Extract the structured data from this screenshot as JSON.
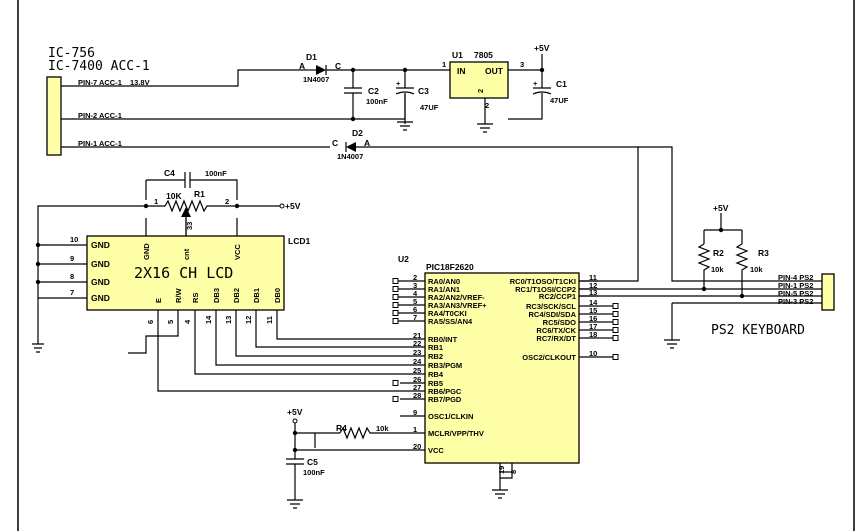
{
  "radio": {
    "label_1": "IC-756",
    "label_2": "IC-7400 ACC-1"
  },
  "acc_connector": {
    "pins": [
      "PIN-7 ACC-1",
      "PIN-2 ACC-1",
      "PIN-1 ACC-1"
    ],
    "voltage": "13.8V"
  },
  "d1": {
    "ref": "D1",
    "part": "1N4007",
    "a": "A",
    "c": "C"
  },
  "d2": {
    "ref": "D2",
    "part": "1N4007",
    "a": "A",
    "c": "C"
  },
  "c2": {
    "ref": "C2",
    "value": "100nF"
  },
  "c3": {
    "ref": "C3",
    "value": "47UF"
  },
  "c1": {
    "ref": "C1",
    "value": "47UF"
  },
  "c4": {
    "ref": "C4",
    "value": "100nF"
  },
  "c5": {
    "ref": "C5",
    "value": "100nF"
  },
  "u1": {
    "ref": "U1",
    "part": "7805",
    "in": "IN",
    "out": "OUT",
    "pin_in": "1",
    "pin_out": "3",
    "pin_gnd": "2",
    "gnd_pin": "2"
  },
  "supply": {
    "label": "+5V"
  },
  "r1": {
    "ref": "R1",
    "value": "10K",
    "pins": [
      "1",
      "3",
      "2"
    ]
  },
  "r2": {
    "ref": "R2",
    "value": "10k"
  },
  "r3": {
    "ref": "R3",
    "value": "10k"
  },
  "r4": {
    "ref": "R4",
    "value": "10k"
  },
  "lcd": {
    "ref": "LCD1",
    "label": "2X16  CH  LCD",
    "left_pins": [
      {
        "num": "10",
        "name": "GND"
      },
      {
        "num": "9",
        "name": "GND"
      },
      {
        "num": "8",
        "name": "GND"
      },
      {
        "num": "7",
        "name": "GND"
      }
    ],
    "top_pins": [
      {
        "num": "1",
        "name": "GND"
      },
      {
        "num": "3",
        "name": "cnt"
      },
      {
        "num": "2",
        "name": "VCC"
      }
    ],
    "bottom_pins": [
      {
        "num": "6",
        "name": "E"
      },
      {
        "num": "5",
        "name": "R/W"
      },
      {
        "num": "4",
        "name": "RS"
      },
      {
        "num": "14",
        "name": "DB3"
      },
      {
        "num": "13",
        "name": "DB2"
      },
      {
        "num": "12",
        "name": "DB1"
      },
      {
        "num": "11",
        "name": "DB0"
      }
    ]
  },
  "mcu": {
    "ref": "U2",
    "part": "PIC18F2620",
    "left_top": [
      {
        "num": "2",
        "name": "RA0/AN0"
      },
      {
        "num": "3",
        "name": "RA1/AN1"
      },
      {
        "num": "4",
        "name": "RA2/AN2/VREF-"
      },
      {
        "num": "5",
        "name": "RA3/AN3/VREF+"
      },
      {
        "num": "6",
        "name": "RA4/T0CKI"
      },
      {
        "num": "7",
        "name": "RA5/SS/AN4"
      }
    ],
    "left_rb": [
      {
        "num": "21",
        "name": "RB0/INT"
      },
      {
        "num": "22",
        "name": "RB1"
      },
      {
        "num": "23",
        "name": "RB2"
      },
      {
        "num": "24",
        "name": "RB3/PGM"
      },
      {
        "num": "25",
        "name": "RB4"
      },
      {
        "num": "26",
        "name": "RB5"
      },
      {
        "num": "27",
        "name": "RB6/PGC"
      },
      {
        "num": "28",
        "name": "RB7/PGD"
      }
    ],
    "left_bottom": [
      {
        "num": "9",
        "name": "OSC1/CLKIN"
      },
      {
        "num": "1",
        "name": "MCLR/VPP/THV"
      },
      {
        "num": "20",
        "name": "VCC"
      }
    ],
    "right_rc": [
      {
        "num": "11",
        "name": "RC0/T1OSO/T1CKI"
      },
      {
        "num": "12",
        "name": "RC1/T1OSI/CCP2"
      },
      {
        "num": "13",
        "name": "RC2/CCP1"
      },
      {
        "num": "14",
        "name": "RC3/SCK/SCL"
      },
      {
        "num": "15",
        "name": "RC4/SDI/SDA"
      },
      {
        "num": "16",
        "name": "RC5/SDO"
      },
      {
        "num": "17",
        "name": "RC6/TX/CK"
      },
      {
        "num": "18",
        "name": "RC7/RX/DT"
      }
    ],
    "right_osc": {
      "num": "10",
      "name": "OSC2/CLKOUT"
    },
    "gnd_pins": [
      "19",
      "8"
    ]
  },
  "ps2": {
    "label": "PS2  KEYBOARD",
    "pins": [
      "PIN-4 PS2",
      "PIN-1 PS2",
      "PIN-5 PS2",
      "PIN-3 PS2"
    ]
  }
}
